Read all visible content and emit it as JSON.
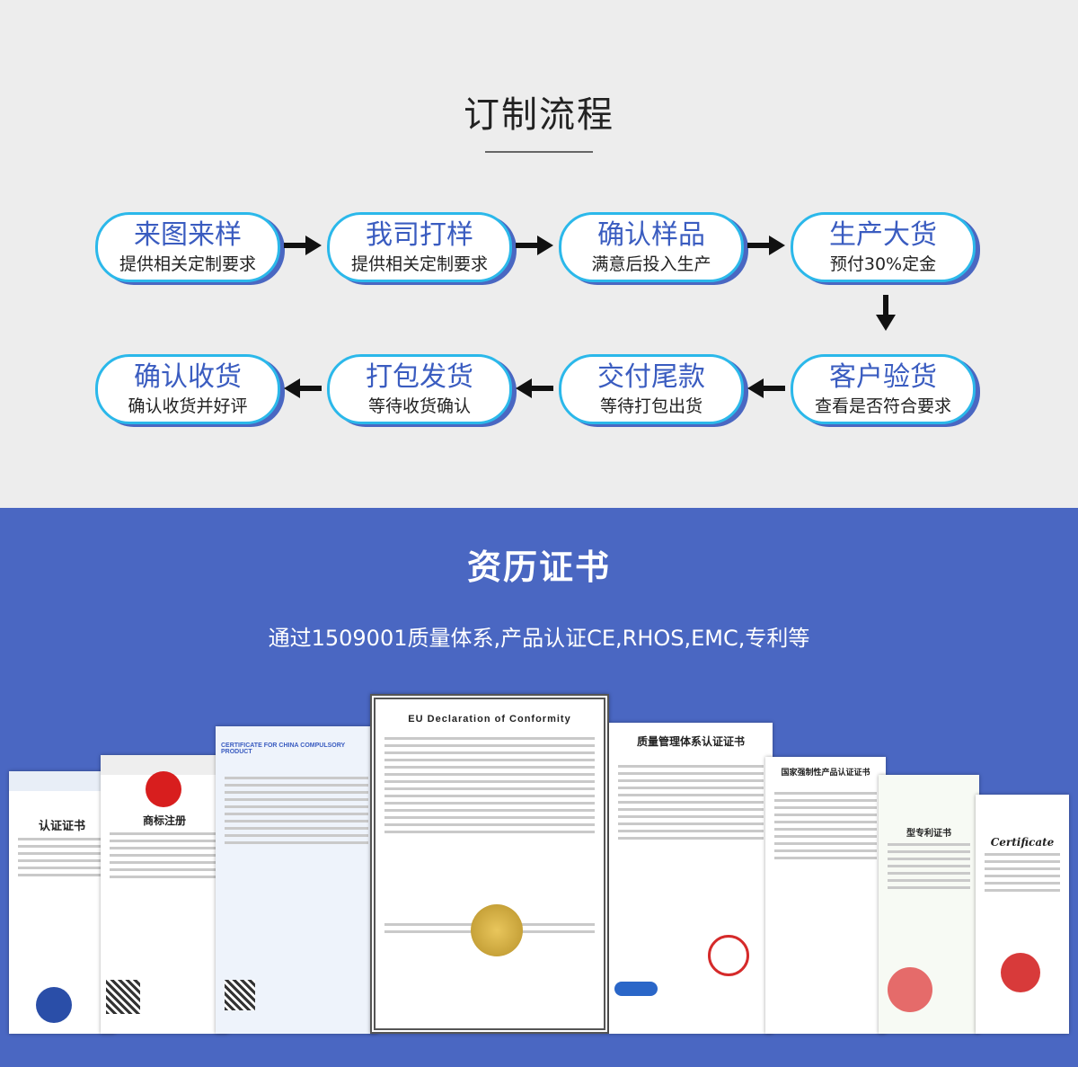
{
  "process": {
    "title": "订制流程",
    "steps": [
      {
        "main": "来图来样",
        "sub": "提供相关定制要求"
      },
      {
        "main": "我司打样",
        "sub": "提供相关定制要求"
      },
      {
        "main": "确认样品",
        "sub": "满意后投入生产"
      },
      {
        "main": "生产大货",
        "sub": "预付30%定金"
      },
      {
        "main": "客户验货",
        "sub": "查看是否符合要求"
      },
      {
        "main": "交付尾款",
        "sub": "等待打包出货"
      },
      {
        "main": "打包发货",
        "sub": "等待收货确认"
      },
      {
        "main": "确认收货",
        "sub": "确认收货并好评"
      }
    ]
  },
  "certificates": {
    "title": "资历证书",
    "subtitle": "通过1509001质量体系,产品认证CE,RHOS,EMC,专利等",
    "items": [
      {
        "label": "认证证书"
      },
      {
        "label": "商标注册"
      },
      {
        "label": "CERTIFICATE FOR CHINA COMPULSORY PRODUCT"
      },
      {
        "label": "EU Declaration of Conformity"
      },
      {
        "label": "质量管理体系认证证书"
      },
      {
        "label": "国家强制性产品认证证书"
      },
      {
        "label": "型专利证书"
      },
      {
        "label": "Certificate"
      }
    ]
  },
  "colors": {
    "accent": "#3a5cc0",
    "border": "#2bb8ea",
    "band": "#4a67c2"
  }
}
